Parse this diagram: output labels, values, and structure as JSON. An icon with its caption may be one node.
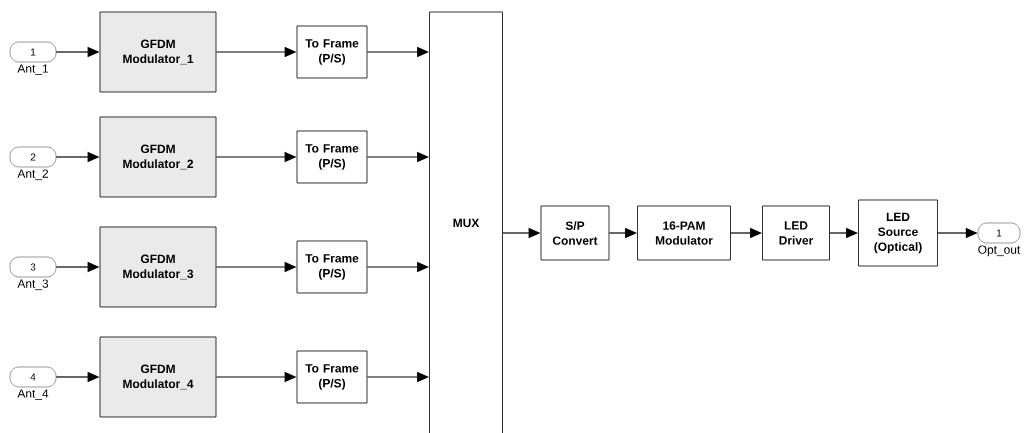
{
  "diagram": {
    "nodes": [
      {
        "text": [
          "1"
        ],
        "beside": [
          "Ant_1"
        ]
      },
      {
        "text": [
          "GFDM Modulator_1"
        ]
      },
      {
        "text": [
          "To Frame (P/S)"
        ]
      },
      {
        "text": [
          "2"
        ],
        "beside": [
          "Ant_2"
        ]
      },
      {
        "text": [
          "GFDM Modulator_2"
        ]
      },
      {
        "text": [
          "To Frame (P/S)"
        ]
      },
      {
        "text": [
          "3"
        ],
        "beside": [
          "Ant_3"
        ]
      },
      {
        "text": [
          "GFDM Modulator_3"
        ]
      },
      {
        "text": [
          "To Frame (P/S)"
        ]
      },
      {
        "text": [
          "4"
        ],
        "beside": [
          "Ant_4"
        ]
      },
      {
        "text": [
          "GFDM Modulator_4"
        ]
      },
      {
        "text": [
          "To Frame (P/S)"
        ]
      },
      {
        "text": [
          "MUX"
        ]
      },
      {
        "text": [
          "S/P Convert"
        ]
      },
      {
        "text": [
          "16-PAM Modulator"
        ]
      },
      {
        "text": [
          "LED Driver"
        ]
      },
      {
        "text": [
          "LED Source (Optical)"
        ]
      },
      {
        "text": [
          "1"
        ],
        "beside": [
          "Opt_out"
        ]
      }
    ],
    "edges": [
      {
        "from": 0,
        "to": 1,
        "arrow": "to"
      },
      {
        "from": 1,
        "to": 2,
        "arrow": "to"
      },
      {
        "from": 2,
        "to": 12,
        "arrow": "to"
      },
      {
        "from": 3,
        "to": 4,
        "arrow": "to"
      },
      {
        "from": 4,
        "to": 5,
        "arrow": "to"
      },
      {
        "from": 5,
        "to": 12,
        "arrow": "to"
      },
      {
        "from": 6,
        "to": 7,
        "arrow": "to"
      },
      {
        "from": 7,
        "to": 8,
        "arrow": "to"
      },
      {
        "from": 8,
        "to": 12,
        "arrow": "to"
      },
      {
        "from": 9,
        "to": 10,
        "arrow": "to"
      },
      {
        "from": 10,
        "to": 11,
        "arrow": "to"
      },
      {
        "from": 11,
        "to": 12,
        "arrow": "to"
      },
      {
        "from": 12,
        "to": 13,
        "arrow": "to"
      },
      {
        "from": 13,
        "to": 14,
        "arrow": "to"
      },
      {
        "from": 14,
        "to": 15,
        "arrow": "to"
      },
      {
        "from": 15,
        "to": 16,
        "arrow": "to"
      },
      {
        "from": 16,
        "to": 17,
        "arrow": "to"
      }
    ]
  }
}
